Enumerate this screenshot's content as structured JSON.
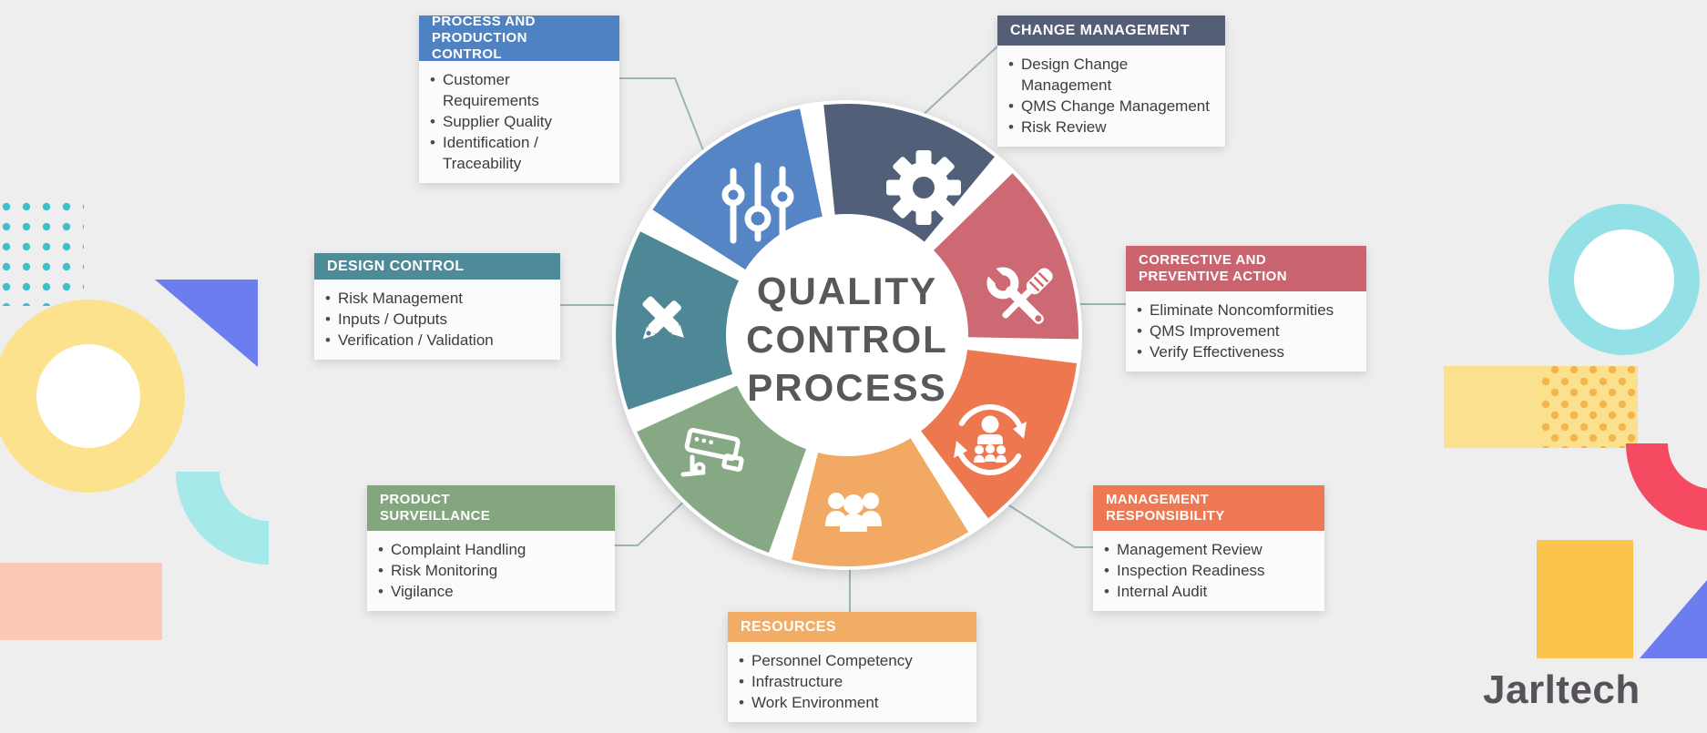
{
  "background_color": "#eeeeef",
  "center": {
    "title_line1": "QUALITY",
    "title_line2": "CONTROL",
    "title_line3": "PROCESS",
    "text_color": "#57585b"
  },
  "brand": {
    "name": "Jarltech",
    "color": "#57525a"
  },
  "donut": {
    "segments": [
      {
        "label": "Process and Production Control",
        "color": "#5585c4",
        "icon": "sliders-icon"
      },
      {
        "label": "Change Management",
        "color": "#515f78",
        "icon": "gear-icon"
      },
      {
        "label": "Corrective and Preventive Action",
        "color": "#cd6973",
        "icon": "wrench-screwdriver-icon"
      },
      {
        "label": "Management Responsibility",
        "color": "#ed7850",
        "icon": "manager-cycle-icon"
      },
      {
        "label": "Resources",
        "color": "#f1a963",
        "icon": "people-group-icon"
      },
      {
        "label": "Product Surveillance",
        "color": "#87a884",
        "icon": "cctv-camera-icon"
      },
      {
        "label": "Design Control",
        "color": "#4e8896",
        "icon": "pen-pencil-icon"
      }
    ]
  },
  "boxes": [
    {
      "title": "PROCESS AND PRODUCTION CONTROL",
      "header_color": "#4f82c3",
      "items": [
        "Customer Requirements",
        "Supplier Quality",
        "Identification / Traceability"
      ]
    },
    {
      "title": "CHANGE MANAGEMENT",
      "header_color": "#545f77",
      "items": [
        "Design Change Management",
        "QMS Change Management",
        "Risk Review"
      ]
    },
    {
      "title": "CORRECTIVE AND PREVENTIVE ACTION",
      "header_color": "#ca646f",
      "items": [
        "Eliminate Noncomformities",
        "QMS Improvement",
        "Verify Effectiveness"
      ]
    },
    {
      "title": "MANAGEMENT RESPONSIBILITY",
      "header_color": "#ed7853",
      "items": [
        "Management Review",
        "Inspection Readiness",
        "Internal Audit"
      ]
    },
    {
      "title": "RESOURCES",
      "header_color": "#f2ac63",
      "items": [
        "Personnel Competency",
        "Infrastructure",
        "Work Environment"
      ]
    },
    {
      "title": "PRODUCT SURVEILLANCE",
      "header_color": "#83a67e",
      "items": [
        "Complaint Handling",
        "Risk Monitoring",
        "Vigilance"
      ]
    },
    {
      "title": "DESIGN CONTROL",
      "header_color": "#4e8b99",
      "items": [
        "Risk Management",
        "Inputs / Outputs",
        "Verification / Validation"
      ]
    }
  ]
}
